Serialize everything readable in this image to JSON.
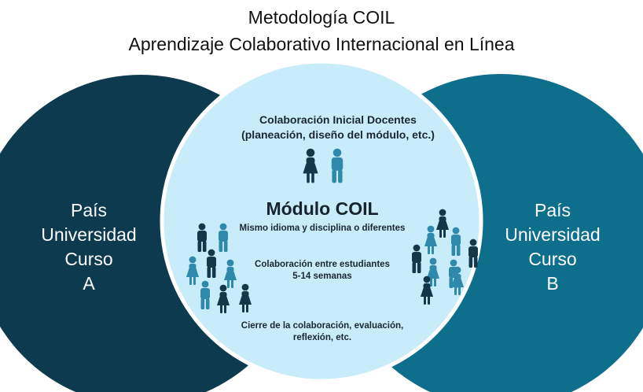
{
  "title": {
    "line1": "Metodología COIL",
    "line2": "Aprendizaje Colaborativo Internacional en Línea"
  },
  "left_circle": {
    "lines": [
      "País",
      "Universidad",
      "Curso",
      "A"
    ],
    "color": "#0d3a4f"
  },
  "right_circle": {
    "lines": [
      "País",
      "Universidad",
      "Curso",
      "B"
    ],
    "color": "#0e6f8c"
  },
  "center_circle": {
    "color": "#c8ecfa",
    "teacher_collab": {
      "title": "Colaboración Inicial Docentes",
      "subtitle": "(planeación, diseño del módulo,  etc.)"
    },
    "module": {
      "title": "Módulo COIL",
      "subtitle": "Mismo idioma y disciplina o diferentes"
    },
    "students": {
      "line1": "Colaboración entre estudiantes",
      "line2": "5-14 semanas"
    },
    "closing": {
      "line1": "Cierre de la colaboración, evaluación,",
      "line2": "reflexión, etc."
    }
  },
  "person_icon_colors": [
    "#14384a",
    "#2f89aa"
  ]
}
